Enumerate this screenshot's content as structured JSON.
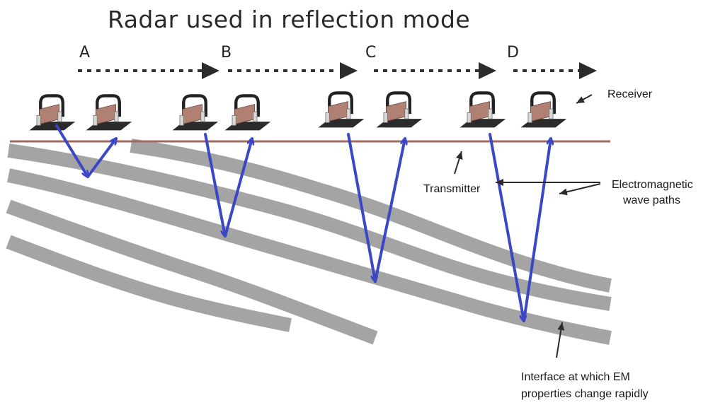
{
  "diagram": {
    "title": "Radar used in reflection  mode",
    "positions": [
      "A",
      "B",
      "C",
      "D"
    ],
    "labels": {
      "receiver": "Receiver",
      "transmitter": "Transmitter",
      "em_paths_line1": "Electromagnetic",
      "em_paths_line2": "wave paths",
      "interface_line1": "Interface at which EM",
      "interface_line2": "properties change rapidly"
    },
    "colors": {
      "ray": "#3b47c4",
      "layer": "#a4a4a4",
      "surface": "#a06a5c",
      "antenna_box": "#b08072",
      "antenna_base": "#2b2b2b",
      "arrow": "#2b2b2b"
    }
  }
}
